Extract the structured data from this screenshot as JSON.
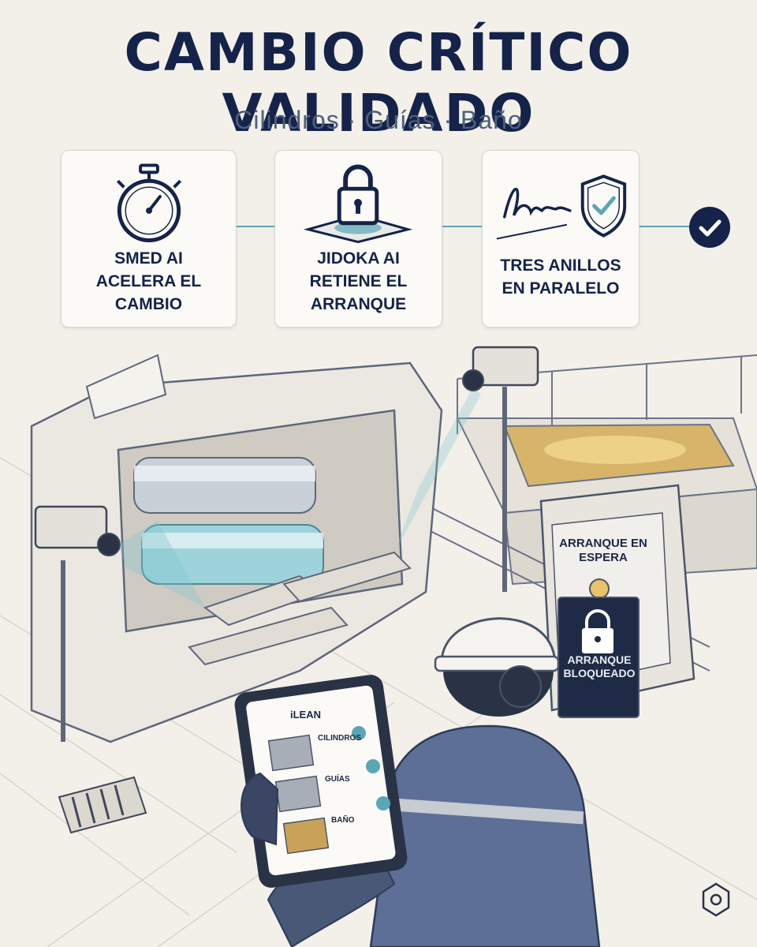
{
  "header": {
    "title": "CAMBIO CRÍTICO VALIDADO",
    "subtitle": "Cilindros · Guías · Baño"
  },
  "steps": [
    {
      "icon": "stopwatch-icon",
      "label": "SMED AI\nACELERA EL\nCAMBIO"
    },
    {
      "icon": "padlock-icon",
      "label": "JIDOKA AI\nRETIENE EL\nARRANQUE"
    },
    {
      "icon": "signature-shield-icon",
      "label": "TRES ANILLOS\nEN PARALELO"
    }
  ],
  "final_check": {
    "icon": "check-icon"
  },
  "control_panel": {
    "status_label": "ARRANQUE EN\nESPERA",
    "lock_label": "ARRANQUE\nBLOQUEADO"
  },
  "tablet": {
    "title": "iLEAN",
    "items": [
      {
        "label": "CILINDROS",
        "checked": true
      },
      {
        "label": "GUÍAS",
        "checked": true
      },
      {
        "label": "BAÑO",
        "checked": true
      }
    ]
  },
  "colors": {
    "navy": "#15234a",
    "teal": "#5aa6b4",
    "background": "#f3f0ea"
  }
}
